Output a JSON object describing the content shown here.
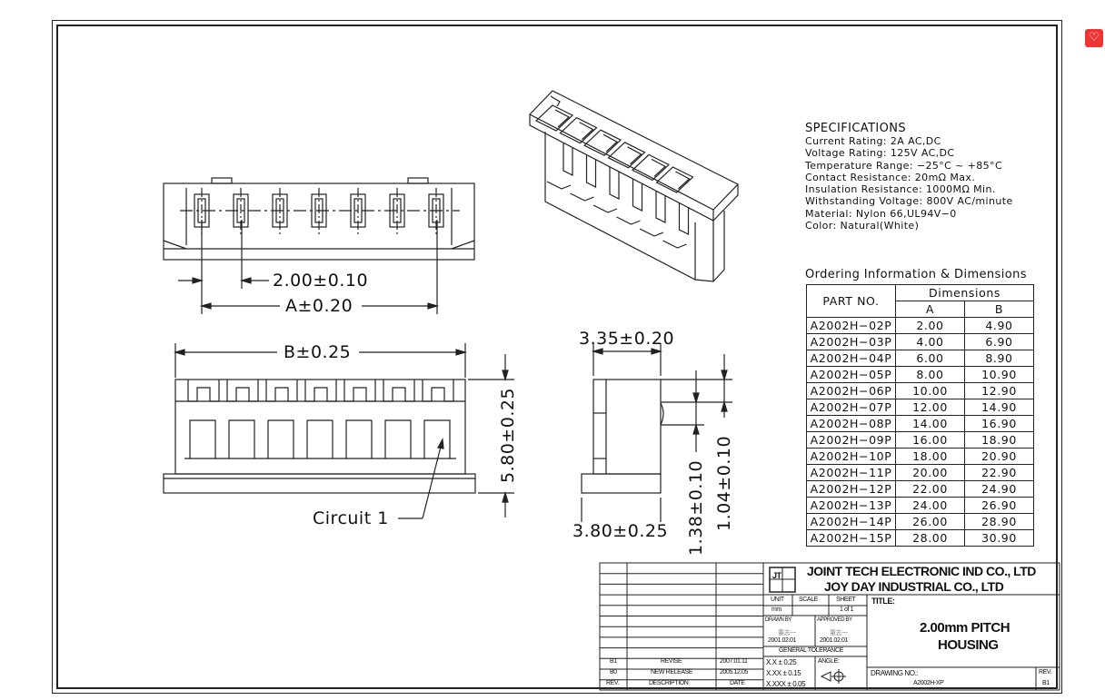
{
  "specifications": {
    "title": "SPECIFICATIONS",
    "lines": [
      "Current Rating: 2A AC,DC",
      "Voltage Rating: 125V AC,DC",
      "Temperature Range: −25°C ~ +85°C",
      "Contact Resistance: 20mΩ Max.",
      "Insulation Resistance: 1000MΩ Min.",
      "Withstanding Voltage: 800V AC/minute",
      "Material: Nylon 66,UL94V−0",
      "Color: Natural(White)"
    ]
  },
  "ordering": {
    "title": "Ordering Information & Dimensions",
    "header_part": "PART NO.",
    "header_dims": "Dimensions",
    "header_a": "A",
    "header_b": "B",
    "rows": [
      {
        "part": "A2002H−02P",
        "a": "2.00",
        "b": "4.90"
      },
      {
        "part": "A2002H−03P",
        "a": "4.00",
        "b": "6.90"
      },
      {
        "part": "A2002H−04P",
        "a": "6.00",
        "b": "8.90"
      },
      {
        "part": "A2002H−05P",
        "a": "8.00",
        "b": "10.90"
      },
      {
        "part": "A2002H−06P",
        "a": "10.00",
        "b": "12.90"
      },
      {
        "part": "A2002H−07P",
        "a": "12.00",
        "b": "14.90"
      },
      {
        "part": "A2002H−08P",
        "a": "14.00",
        "b": "16.90"
      },
      {
        "part": "A2002H−09P",
        "a": "16.00",
        "b": "18.90"
      },
      {
        "part": "A2002H−10P",
        "a": "18.00",
        "b": "20.90"
      },
      {
        "part": "A2002H−11P",
        "a": "20.00",
        "b": "22.90"
      },
      {
        "part": "A2002H−12P",
        "a": "22.00",
        "b": "24.90"
      },
      {
        "part": "A2002H−13P",
        "a": "24.00",
        "b": "26.90"
      },
      {
        "part": "A2002H−14P",
        "a": "26.00",
        "b": "28.90"
      },
      {
        "part": "A2002H−15P",
        "a": "28.00",
        "b": "30.90"
      }
    ]
  },
  "dimensions": {
    "pitch": "2.00±0.10",
    "a": "A±0.20",
    "b": "B±0.25",
    "height": "5.80±0.25",
    "circuit": "Circuit 1",
    "side_top": "3.35±0.20",
    "side_bottom": "3.80±0.25",
    "side_v1": "1.38±0.10",
    "side_v2": "1.04±0.10"
  },
  "title_block": {
    "company_1": "JOINT TECH ELECTRONIC IND CO., LTD",
    "company_2": "JOY DAY INDUSTRIAL CO., LTD",
    "unit_label": "UNIT",
    "unit_value": "mm",
    "scale_label": "SCALE",
    "sheet_label": "SHEET",
    "sheet_value": "1 of 1",
    "title_label": "TITLE:",
    "title_1": "2.00mm PITCH",
    "title_2": "HOUSING",
    "drawn_by_label": "DRAWN BY",
    "approved_by_label": "APPROVED BY",
    "drawn_by_name": "董志一",
    "approved_by_name": "董志一",
    "drawn_date": "2001.02.01",
    "approved_date": "2001.02.01",
    "general_tolerance": "GENERAL TOLERANCE",
    "tol_1": "X.X  ± 0.25",
    "tol_2": "X.XX ± 0.15",
    "tol_3": "X.XXX ± 0.05",
    "angle_label": "ANGLE:",
    "drawing_no_label": "DRAWING NO.:",
    "drawing_no": "A2002H-XP",
    "rev_label": "REV.",
    "rev_value": "B1",
    "revisions": [
      {
        "rev": "B1",
        "desc": "REVISE",
        "date": "2007.01.11"
      },
      {
        "rev": "B0",
        "desc": "NEW RELEASE",
        "date": "2005.12.05"
      }
    ],
    "col_rev": "REV.",
    "col_desc": "DESCRIPTION",
    "col_date": "DATE"
  },
  "logo_text": "JT"
}
